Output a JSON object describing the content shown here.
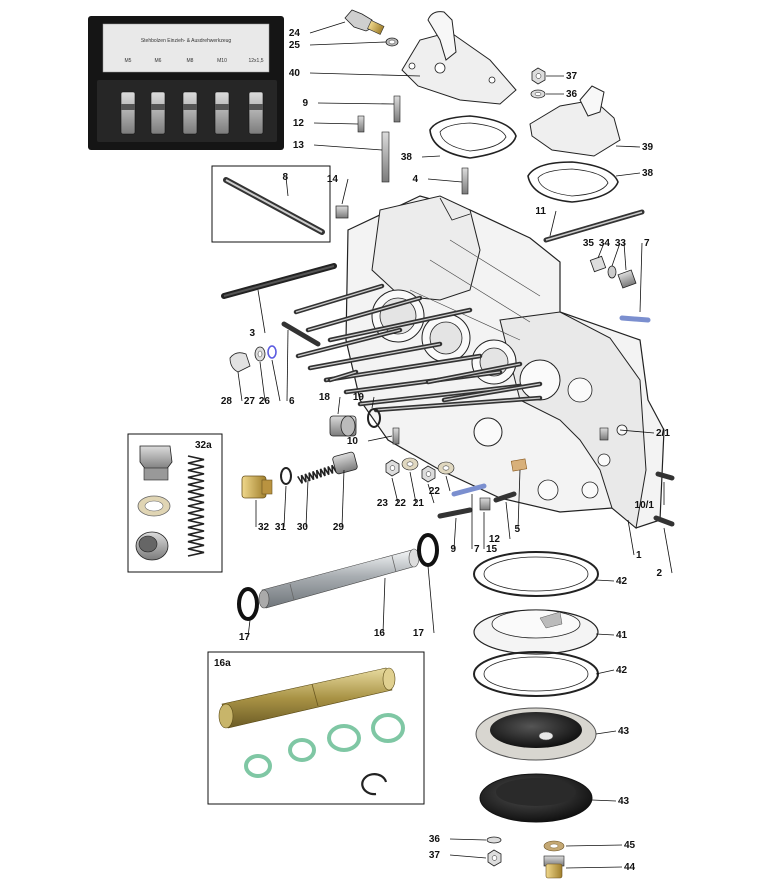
{
  "photo_case": {
    "title": "Stehbolzen Einzieh- & Ausdrehwerkzeug",
    "sizes": [
      "M5",
      "M6",
      "M8",
      "M10",
      "12x1,5"
    ]
  },
  "inset_boxes": {
    "box_32a": "32a",
    "box_16a": "16a"
  },
  "callouts": [
    {
      "id": "c24",
      "text": "24"
    },
    {
      "id": "c25",
      "text": "25"
    },
    {
      "id": "c40",
      "text": "40"
    },
    {
      "id": "c37a",
      "text": "37"
    },
    {
      "id": "c36a",
      "text": "36"
    },
    {
      "id": "c9a",
      "text": "9"
    },
    {
      "id": "c12a",
      "text": "12"
    },
    {
      "id": "c13",
      "text": "13"
    },
    {
      "id": "c39",
      "text": "39"
    },
    {
      "id": "c38a",
      "text": "38"
    },
    {
      "id": "c38b",
      "text": "38"
    },
    {
      "id": "c8",
      "text": "8"
    },
    {
      "id": "c14",
      "text": "14"
    },
    {
      "id": "c4",
      "text": "4"
    },
    {
      "id": "c11",
      "text": "11"
    },
    {
      "id": "c35",
      "text": "35"
    },
    {
      "id": "c34",
      "text": "34"
    },
    {
      "id": "c33",
      "text": "33"
    },
    {
      "id": "c7a",
      "text": "7"
    },
    {
      "id": "c3",
      "text": "3"
    },
    {
      "id": "c28",
      "text": "28"
    },
    {
      "id": "c27",
      "text": "27"
    },
    {
      "id": "c26",
      "text": "26"
    },
    {
      "id": "c6",
      "text": "6"
    },
    {
      "id": "c18",
      "text": "18"
    },
    {
      "id": "c19",
      "text": "19"
    },
    {
      "id": "c10a",
      "text": "10"
    },
    {
      "id": "c2_1",
      "text": "2/1"
    },
    {
      "id": "c32",
      "text": "32"
    },
    {
      "id": "c31",
      "text": "31"
    },
    {
      "id": "c30",
      "text": "30"
    },
    {
      "id": "c29",
      "text": "29"
    },
    {
      "id": "c23",
      "text": "23"
    },
    {
      "id": "c22a",
      "text": "22"
    },
    {
      "id": "c21",
      "text": "21"
    },
    {
      "id": "c22b",
      "text": "22"
    },
    {
      "id": "c9b",
      "text": "9"
    },
    {
      "id": "c7b",
      "text": "7"
    },
    {
      "id": "c15",
      "text": "15"
    },
    {
      "id": "c12b",
      "text": "12"
    },
    {
      "id": "c5",
      "text": "5"
    },
    {
      "id": "c10_1",
      "text": "10/1"
    },
    {
      "id": "c1",
      "text": "1"
    },
    {
      "id": "c2",
      "text": "2"
    },
    {
      "id": "c42a",
      "text": "42"
    },
    {
      "id": "c41",
      "text": "41"
    },
    {
      "id": "c42b",
      "text": "42"
    },
    {
      "id": "c43a",
      "text": "43"
    },
    {
      "id": "c43b",
      "text": "43"
    },
    {
      "id": "c17a",
      "text": "17"
    },
    {
      "id": "c16",
      "text": "16"
    },
    {
      "id": "c17b",
      "text": "17"
    },
    {
      "id": "c36b",
      "text": "36"
    },
    {
      "id": "c37b",
      "text": "37"
    },
    {
      "id": "c45",
      "text": "45"
    },
    {
      "id": "c44",
      "text": "44"
    }
  ],
  "colors": {
    "case_body": "#1c1c1c",
    "case_lid": "#e9e9e9",
    "brass": "#c9a44a",
    "green_ring": "#7fc7a4",
    "gold_tube": "#b9a55a",
    "chrome": "#cfd3d6",
    "black_part": "#1a1a1a",
    "highlight_ring": "#5a5ae0"
  }
}
